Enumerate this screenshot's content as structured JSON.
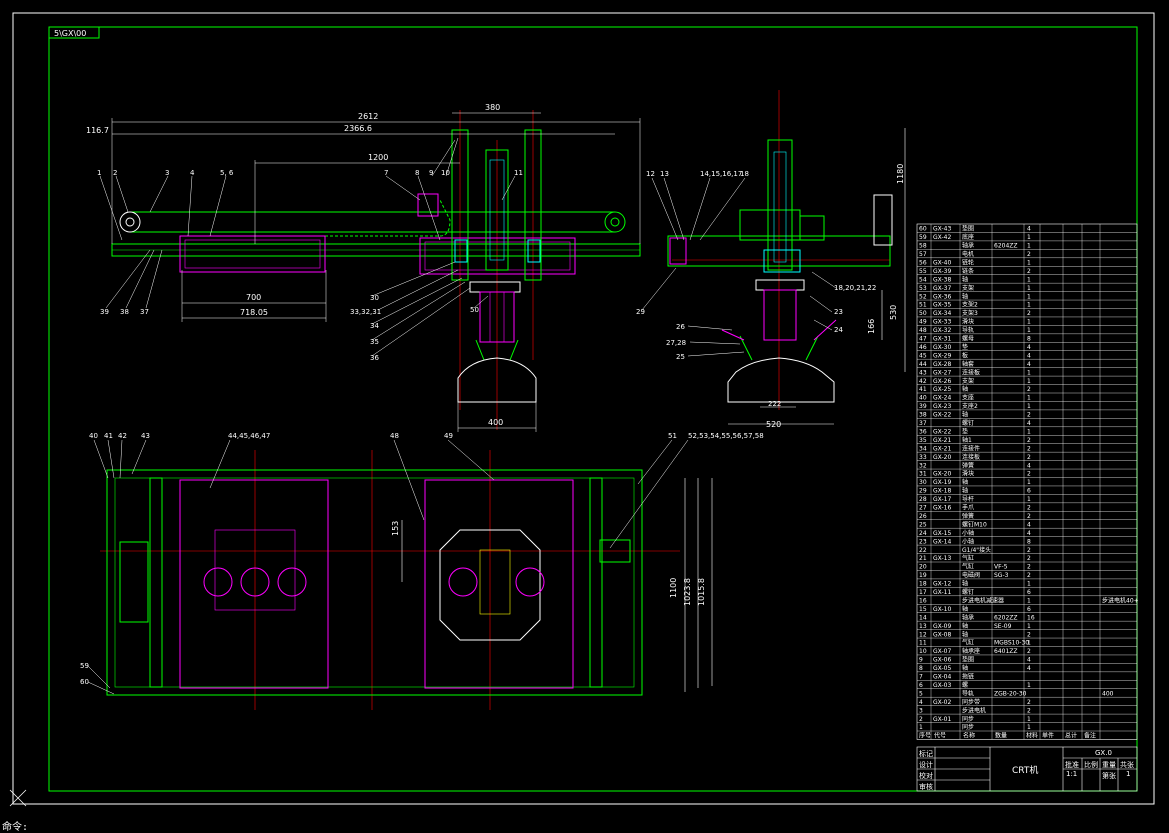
{
  "drawing": {
    "frame_label": "5\\GX\\00",
    "command_line": "命令:"
  },
  "colors": {
    "background": "#000000",
    "frame": "#00ff00",
    "part": "#ff00ff",
    "outline": "#00ff00",
    "centerline": "#ff0000",
    "dimension": "#ffffff",
    "accent_cyan": "#00ffff",
    "accent_yellow": "#ffff00"
  },
  "front_view": {
    "dims": {
      "d2612": "2612",
      "d380": "380",
      "d1167": "116.7",
      "d23666": "2366.6",
      "d1200": "1200",
      "d700": "700",
      "d71805": "718.05",
      "d400": "400"
    },
    "balloons_top": [
      "1",
      "2",
      "3",
      "4",
      "5, 6",
      "7",
      "8",
      "9",
      "10",
      "11"
    ],
    "balloons_bottom": [
      "39",
      "38",
      "37",
      "30",
      "33,32,31",
      "34",
      "35",
      "36",
      "50"
    ]
  },
  "side_view": {
    "dims": {
      "d1180": "1180",
      "d530": "530",
      "d166": "166",
      "d520": "520",
      "d222": "222"
    },
    "balloons": [
      "12",
      "13",
      "14,15,16,17",
      "18",
      "29",
      "18,20,21,22",
      "23",
      "26",
      "27,28",
      "25",
      "24"
    ]
  },
  "plan_view": {
    "dims": {
      "d153": "153",
      "d1100": "1100",
      "d10238": "1023.8",
      "d10158": "1015.8"
    },
    "balloons": [
      "40",
      "41",
      "42",
      "43",
      "44,45,46,47",
      "48",
      "49",
      "52,53,54,55,56,57,58",
      "51",
      "59",
      "60"
    ]
  },
  "parts_list": {
    "rows": [
      {
        "no": "60",
        "code": "GX-43",
        "name": "垫圈",
        "spec": "",
        "qty": "4",
        "note": ""
      },
      {
        "no": "59",
        "code": "GX-42",
        "name": "底座",
        "spec": "",
        "qty": "1",
        "note": ""
      },
      {
        "no": "58",
        "code": "",
        "name": "轴承",
        "spec": "6204ZZ",
        "qty": "1",
        "note": ""
      },
      {
        "no": "57",
        "code": "",
        "name": "电机",
        "spec": "",
        "qty": "2",
        "note": ""
      },
      {
        "no": "56",
        "code": "GX-40",
        "name": "链轮",
        "spec": "",
        "qty": "1",
        "note": ""
      },
      {
        "no": "55",
        "code": "GX-39",
        "name": "链条",
        "spec": "",
        "qty": "2",
        "note": ""
      },
      {
        "no": "54",
        "code": "GX-38",
        "name": "轴",
        "spec": "",
        "qty": "1",
        "note": ""
      },
      {
        "no": "53",
        "code": "GX-37",
        "name": "支架",
        "spec": "",
        "qty": "1",
        "note": ""
      },
      {
        "no": "52",
        "code": "GX-36",
        "name": "轴",
        "spec": "",
        "qty": "1",
        "note": ""
      },
      {
        "no": "51",
        "code": "GX-35",
        "name": "支架2",
        "spec": "",
        "qty": "1",
        "note": ""
      },
      {
        "no": "50",
        "code": "GX-34",
        "name": "支架3",
        "spec": "",
        "qty": "2",
        "note": ""
      },
      {
        "no": "49",
        "code": "GX-33",
        "name": "滑块",
        "spec": "",
        "qty": "1",
        "note": ""
      },
      {
        "no": "48",
        "code": "GX-32",
        "name": "导轨",
        "spec": "",
        "qty": "1",
        "note": ""
      },
      {
        "no": "47",
        "code": "GX-31",
        "name": "螺母",
        "spec": "",
        "qty": "8",
        "note": ""
      },
      {
        "no": "46",
        "code": "GX-30",
        "name": "垫",
        "spec": "",
        "qty": "4",
        "note": ""
      },
      {
        "no": "45",
        "code": "GX-29",
        "name": "板",
        "spec": "",
        "qty": "4",
        "note": ""
      },
      {
        "no": "44",
        "code": "GX-28",
        "name": "轴套",
        "spec": "",
        "qty": "4",
        "note": ""
      },
      {
        "no": "43",
        "code": "GX-27",
        "name": "连接板",
        "spec": "",
        "qty": "1",
        "note": ""
      },
      {
        "no": "42",
        "code": "GX-26",
        "name": "支架",
        "spec": "",
        "qty": "1",
        "note": ""
      },
      {
        "no": "41",
        "code": "GX-25",
        "name": "轴",
        "spec": "",
        "qty": "2",
        "note": ""
      },
      {
        "no": "40",
        "code": "GX-24",
        "name": "支座",
        "spec": "",
        "qty": "1",
        "note": ""
      },
      {
        "no": "39",
        "code": "GX-23",
        "name": "支座2",
        "spec": "",
        "qty": "1",
        "note": ""
      },
      {
        "no": "38",
        "code": "GX-22",
        "name": "轴",
        "spec": "",
        "qty": "2",
        "note": ""
      },
      {
        "no": "37",
        "code": "",
        "name": "螺钉",
        "spec": "",
        "qty": "4",
        "note": ""
      },
      {
        "no": "36",
        "code": "GX-22",
        "name": "垫",
        "spec": "",
        "qty": "1",
        "note": ""
      },
      {
        "no": "35",
        "code": "GX-21",
        "name": "轴1",
        "spec": "",
        "qty": "2",
        "note": ""
      },
      {
        "no": "34",
        "code": "GX-21",
        "name": "连接件",
        "spec": "",
        "qty": "2",
        "note": ""
      },
      {
        "no": "33",
        "code": "GX-20",
        "name": "连接板",
        "spec": "",
        "qty": "2",
        "note": ""
      },
      {
        "no": "32",
        "code": "",
        "name": "弹簧",
        "spec": "",
        "qty": "4",
        "note": ""
      },
      {
        "no": "31",
        "code": "GX-20",
        "name": "滑块",
        "spec": "",
        "qty": "2",
        "note": ""
      },
      {
        "no": "30",
        "code": "GX-19",
        "name": "轴",
        "spec": "",
        "qty": "1",
        "note": ""
      },
      {
        "no": "29",
        "code": "GX-18",
        "name": "轴",
        "spec": "",
        "qty": "6",
        "note": ""
      },
      {
        "no": "28",
        "code": "GX-17",
        "name": "导杆",
        "spec": "",
        "qty": "1",
        "note": ""
      },
      {
        "no": "27",
        "code": "GX-16",
        "name": "手爪",
        "spec": "",
        "qty": "2",
        "note": ""
      },
      {
        "no": "26",
        "code": "",
        "name": "弹簧",
        "spec": "",
        "qty": "2",
        "note": ""
      },
      {
        "no": "25",
        "code": "",
        "name": "螺钉M10",
        "spec": "",
        "qty": "4",
        "note": ""
      },
      {
        "no": "24",
        "code": "GX-15",
        "name": "小轴",
        "spec": "",
        "qty": "4",
        "note": ""
      },
      {
        "no": "23",
        "code": "GX-14",
        "name": "小轴",
        "spec": "",
        "qty": "8",
        "note": ""
      },
      {
        "no": "22",
        "code": "",
        "name": "G1/4\"接头",
        "spec": "",
        "qty": "2",
        "note": ""
      },
      {
        "no": "21",
        "code": "GX-13",
        "name": "气缸",
        "spec": "",
        "qty": "2",
        "note": ""
      },
      {
        "no": "20",
        "code": "",
        "name": "气缸",
        "spec": "VF-5",
        "qty": "2",
        "note": ""
      },
      {
        "no": "19",
        "code": "",
        "name": "电磁阀",
        "spec": "SG-3",
        "qty": "2",
        "note": ""
      },
      {
        "no": "18",
        "code": "GX-12",
        "name": "轴",
        "spec": "",
        "qty": "1",
        "note": ""
      },
      {
        "no": "17",
        "code": "GX-11",
        "name": "螺钉",
        "spec": "",
        "qty": "6",
        "note": ""
      },
      {
        "no": "16",
        "code": "",
        "name": "步进电机减速器",
        "spec": "",
        "qty": "1",
        "note": "步进电机40+"
      },
      {
        "no": "15",
        "code": "GX-10",
        "name": "轴",
        "spec": "",
        "qty": "6",
        "note": ""
      },
      {
        "no": "14",
        "code": "",
        "name": "轴承",
        "spec": "6202ZZ",
        "qty": "16",
        "note": ""
      },
      {
        "no": "13",
        "code": "GX-09",
        "name": "轴",
        "spec": "SE-09",
        "qty": "1",
        "note": ""
      },
      {
        "no": "12",
        "code": "GX-08",
        "name": "轴",
        "spec": "",
        "qty": "2",
        "note": ""
      },
      {
        "no": "11",
        "code": "",
        "name": "气缸",
        "spec": "MGBS10-30",
        "qty": "1",
        "note": ""
      },
      {
        "no": "10",
        "code": "GX-07",
        "name": "轴承座",
        "spec": "6401ZZ",
        "qty": "2",
        "note": ""
      },
      {
        "no": "9",
        "code": "GX-06",
        "name": "垫圈",
        "spec": "",
        "qty": "4",
        "note": ""
      },
      {
        "no": "8",
        "code": "GX-05",
        "name": "轴",
        "spec": "",
        "qty": "4",
        "note": ""
      },
      {
        "no": "7",
        "code": "GX-04",
        "name": "拖链",
        "spec": "",
        "qty": "",
        "note": ""
      },
      {
        "no": "6",
        "code": "GX-03",
        "name": "螺",
        "spec": "",
        "qty": "1",
        "note": ""
      },
      {
        "no": "5",
        "code": "",
        "name": "导轨",
        "spec": "ZGB-20-30",
        "qty": "",
        "note": "400"
      },
      {
        "no": "4",
        "code": "GX-02",
        "name": "同步带",
        "spec": "",
        "qty": "2",
        "note": ""
      },
      {
        "no": "3",
        "code": "",
        "name": "步进电机",
        "spec": "",
        "qty": "2",
        "note": ""
      },
      {
        "no": "2",
        "code": "GX-01",
        "name": "同步",
        "spec": "",
        "qty": "1",
        "note": ""
      },
      {
        "no": "1",
        "code": "",
        "name": "同步",
        "spec": "",
        "qty": "1",
        "note": ""
      }
    ],
    "header": [
      "序号",
      "代号",
      "名称",
      "数量",
      "材料",
      "单件",
      "总计",
      "备注"
    ]
  },
  "title_block": {
    "drawing_no": "GX.0",
    "title": "CRT机",
    "scale": "1:1",
    "sheet": "1",
    "labels": [
      "标记",
      "设计",
      "校对",
      "审核",
      "批准",
      "比例",
      "重量",
      "共张",
      "第张"
    ]
  }
}
